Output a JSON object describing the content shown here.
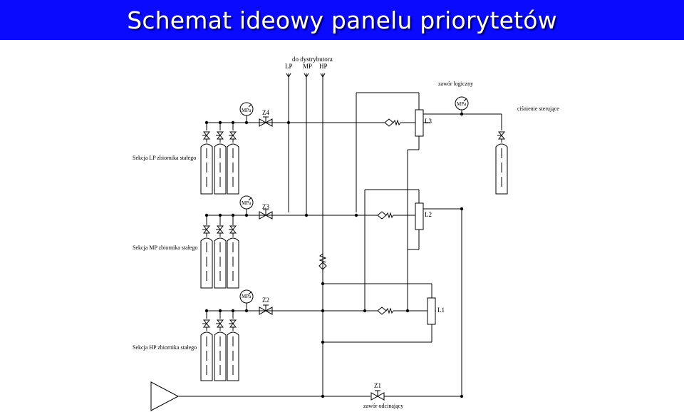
{
  "title": "Schemat ideowy panelu priorytetów",
  "colors": {
    "title_bar": "#0a0aff",
    "title_text": "#ffffff",
    "lines": "#000000"
  },
  "distributor": {
    "label": "do dystrybutora",
    "lines": [
      "LP",
      "MP",
      "HP"
    ]
  },
  "gauge_label": "MPa",
  "valves": {
    "z4": "Z4",
    "z3": "Z3",
    "z2": "Z2",
    "z1": "Z1"
  },
  "logic_valves": {
    "l1": "L1",
    "l2": "L2",
    "l3": "L3"
  },
  "labels": {
    "logic_valve": "zawór logiczny",
    "control_pressure": "ciśnienie sterujące",
    "section_lp": "Sekcja LP zbiornika stałego",
    "section_mp": "Sekcja MP zbiornika stałego",
    "section_hp": "Sekcja HP zbiornika stałego",
    "shutoff_valve": "zawór odcinający"
  }
}
